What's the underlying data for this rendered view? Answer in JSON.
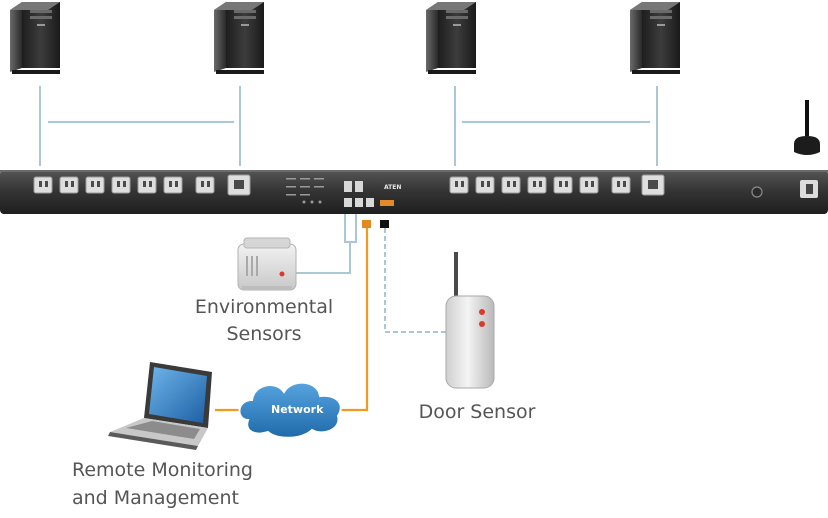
{
  "diagram": {
    "brand": "ATEN",
    "network_label": "Network",
    "labels": {
      "environmental_line1": "Environmental",
      "environmental_line2": "Sensors",
      "door_sensor": "Door Sensor",
      "remote_line1": "Remote Monitoring",
      "remote_line2": "and Management"
    },
    "colors": {
      "pdu_body": "#3a3a3a",
      "connection_line": "#a9c7d7",
      "network_line": "#f29a1e",
      "cloud": "#2f7ec1",
      "server": "#2b2b2b",
      "sensor_led": "#d93a2b"
    },
    "icons": [
      "server-icon",
      "antenna-icon",
      "environmental-sensor-icon",
      "door-sensor-icon",
      "laptop-icon",
      "network-cloud-icon"
    ]
  }
}
